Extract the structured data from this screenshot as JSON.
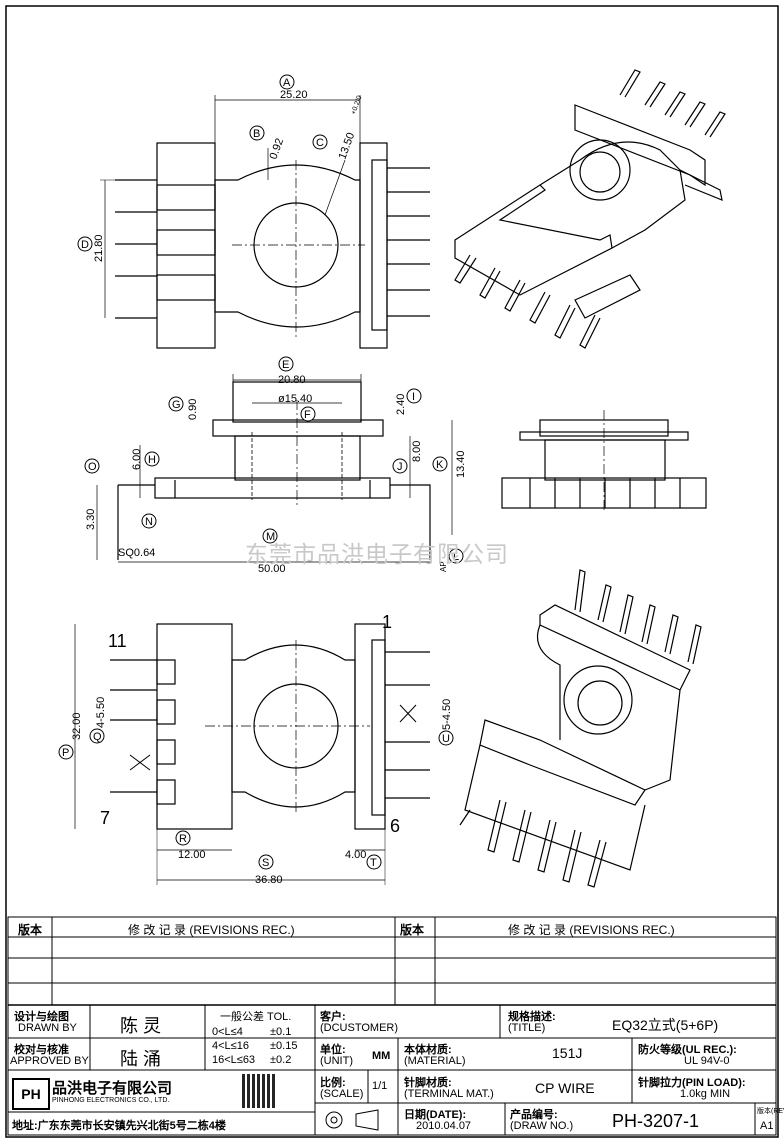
{
  "drawing": {
    "top_view": {
      "dims": {
        "a_val": "25.20",
        "b_val": "0.92",
        "c_val": "13.50",
        "c_tol": "+0.2/0",
        "d_val": "21.80"
      },
      "labels": {
        "a": "A",
        "b": "B",
        "c": "C",
        "d": "D"
      }
    },
    "side_view": {
      "dims": {
        "e_val": "20.80",
        "f_val": "ø15.40",
        "g_val": "0.90",
        "h_val": "6.00",
        "i_val": "2.40",
        "j_val": "8.00",
        "k_val": "13.40",
        "o_val": "3.30",
        "n_val": "SQ0.64",
        "m_val": "50.00",
        "ap_val": "AP"
      },
      "labels": {
        "e": "E",
        "f": "F",
        "g": "G",
        "h": "H",
        "i": "I",
        "j": "J",
        "k": "K",
        "o": "O",
        "n": "N",
        "m": "M",
        "l": "L"
      }
    },
    "bottom_view": {
      "dims": {
        "p_val": "32.00",
        "q_val": "4-5.50",
        "u_val": "5-4.50",
        "r_val": "12.00",
        "t_val": "4.00",
        "s_val": "36.80"
      },
      "labels": {
        "p": "P",
        "q": "Q",
        "u": "U",
        "r": "R",
        "t": "T",
        "s": "S"
      },
      "pins": {
        "pin1": "1",
        "pin6": "6",
        "pin7": "7",
        "pin11": "11"
      }
    },
    "watermark": "东莞市品洪电子有限公司"
  },
  "title_block": {
    "rev_header_left": "版本",
    "rev_header_mid": "修 改 记 录 (REVISIONS REC.)",
    "rev_header_left2": "版本",
    "rev_header_mid2": "修 改 记 录 (REVISIONS REC.)",
    "design_label": "设计与绘图",
    "design_label_en": "DRAWN BY",
    "designer": "陈 灵",
    "approve_label": "校对与核准",
    "approve_label_en": "APPROVED BY",
    "approver": "陆 涌",
    "tol_title": "一般公差 TOL.",
    "tol_rows": [
      {
        "range": "0<L≤4",
        "tol": "±0.1"
      },
      {
        "range": "4<L≤16",
        "tol": "±0.15"
      },
      {
        "range": "16<L≤63",
        "tol": "±0.2"
      }
    ],
    "customer_label": "客户:",
    "customer_label_en": "(DCUSTOMER)",
    "spec_label": "规格描述:",
    "spec_label_en": "(TITLE)",
    "spec_value": "EQ32立式(5+6P)",
    "unit_label": "单位:",
    "unit_label_en": "(UNIT)",
    "unit_value": "MM",
    "material_label": "本体材质:",
    "material_label_en": "(MATERIAL)",
    "material_value": "151J",
    "fire_label": "防火等级(UL REC.):",
    "fire_value": "UL 94V-0",
    "company_cn": "品洪电子有限公司",
    "company_en": "PINHONG ELECTRONICS CO., LTD.",
    "logo_text": "PH",
    "address": "地址:广东东莞市长安镇先兴北街5号二栋4楼",
    "scale_label": "比例:",
    "scale_label_en": "(SCALE)",
    "scale_value": "1/1",
    "terminal_label": "针脚材质:",
    "terminal_label_en": "(TERMINAL MAT.)",
    "terminal_value": "CP WIRE",
    "pinload_label": "针脚拉力(PIN LOAD):",
    "pinload_value": "1.0kg MIN",
    "date_label": "日期(DATE):",
    "date_value": "2010.04.07",
    "drawno_label": "产品编号:",
    "drawno_label_en": "(DRAW NO.)",
    "drawno_value": "PH-3207-1",
    "rev_label": "版本(REV):",
    "rev_value": "A1"
  }
}
